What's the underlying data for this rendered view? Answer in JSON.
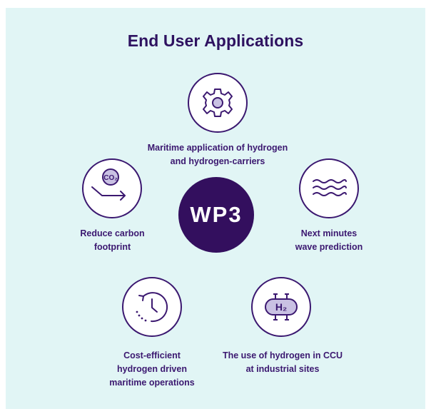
{
  "title": "End User Applications",
  "center": {
    "label": "WP3"
  },
  "nodes": [
    {
      "icon": "gear-icon",
      "label_lines": [
        "Maritime application of hydrogen",
        "and hydrogen-carriers"
      ]
    },
    {
      "icon": "waves-icon",
      "label_lines": [
        "Next minutes",
        "wave prediction"
      ]
    },
    {
      "icon": "hydrogen-tank-icon",
      "icon_text": "H₂",
      "label_lines": [
        "The use of hydrogen in CCU",
        "at industrial sites"
      ]
    },
    {
      "icon": "clock-history-icon",
      "label_lines": [
        "Cost-efficient",
        "hydrogen driven",
        "maritime operations"
      ]
    },
    {
      "icon": "co2-reduction-icon",
      "icon_text": "CO₂",
      "label_lines": [
        "Reduce carbon",
        "footprint"
      ]
    }
  ],
  "colors": {
    "panel_bg": "#e1f5f5",
    "primary": "#3b1870",
    "center_bg": "#330f5e",
    "icon_fill": "#c9c1e3"
  }
}
